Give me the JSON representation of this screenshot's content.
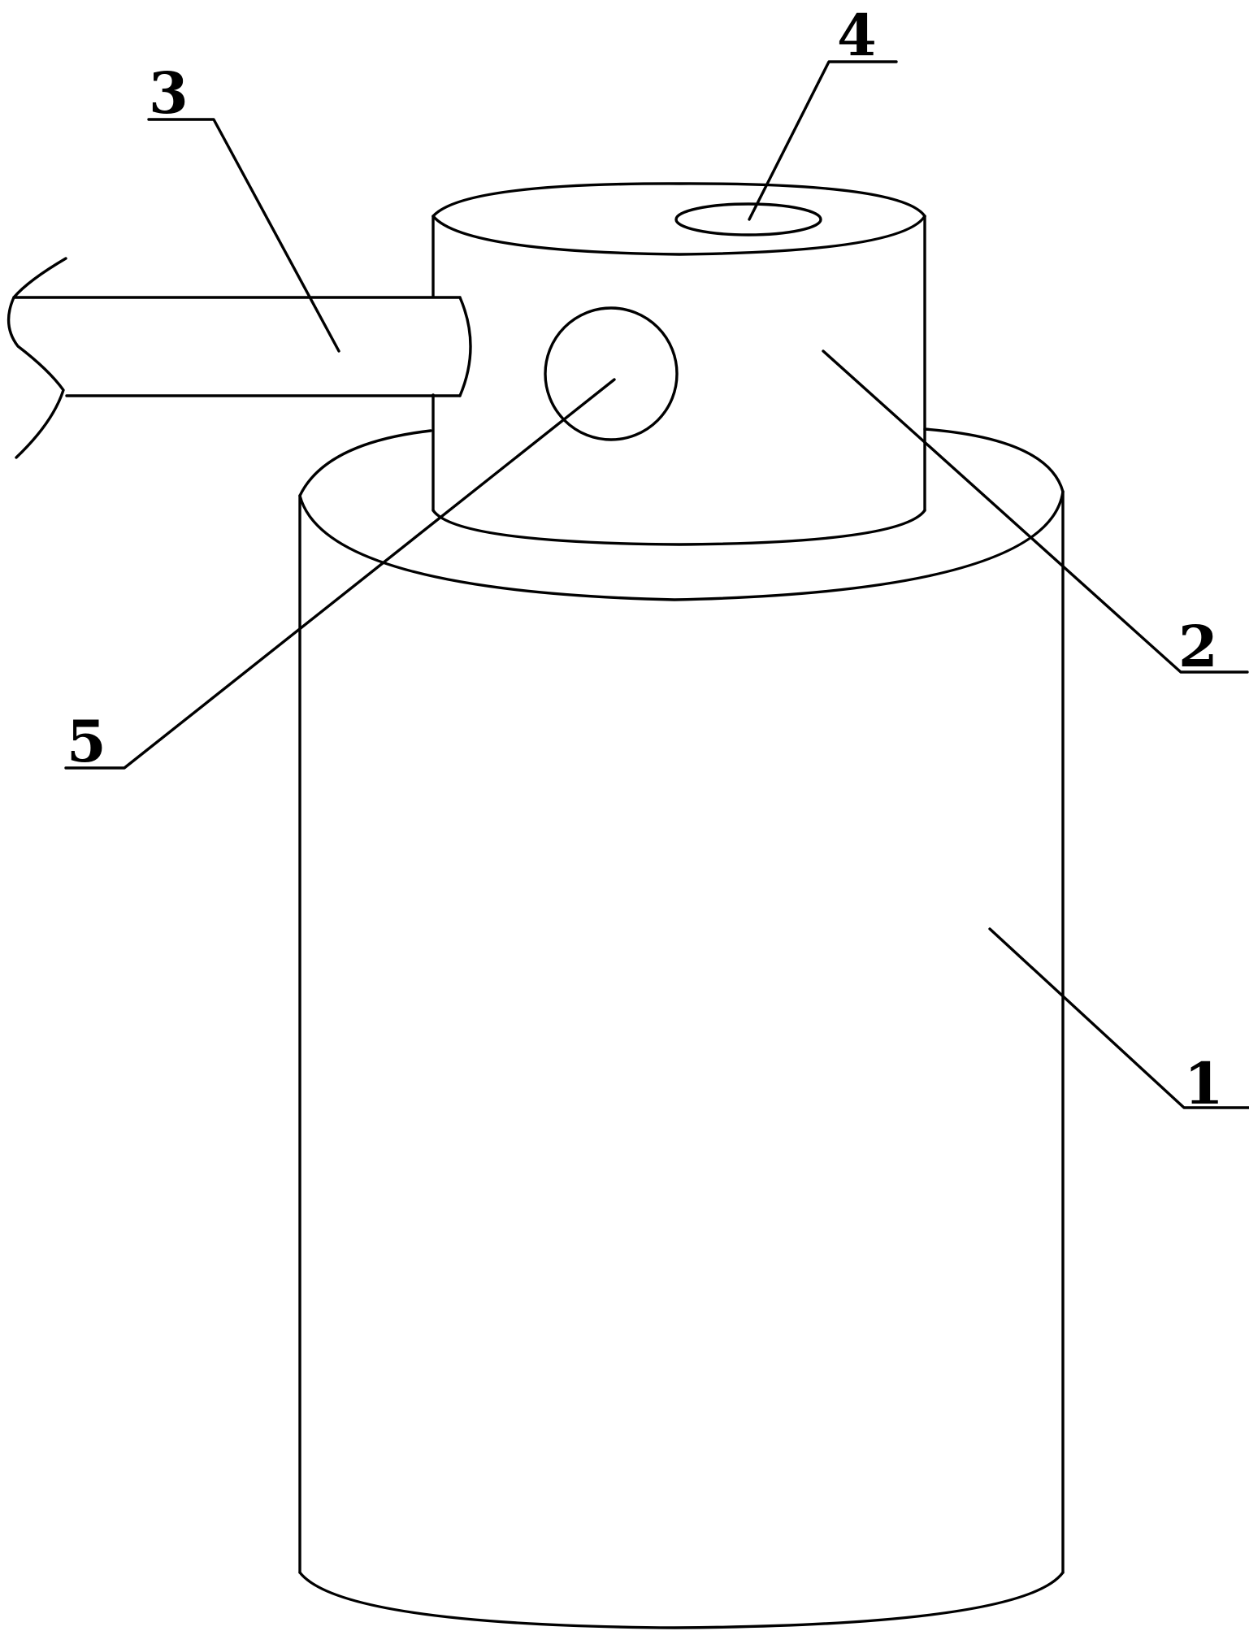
{
  "diagram": {
    "labels": [
      {
        "id": "1",
        "text": "1",
        "part": "cylinder-body"
      },
      {
        "id": "2",
        "text": "2",
        "part": "cap-cylinder"
      },
      {
        "id": "3",
        "text": "3",
        "part": "side-pipe"
      },
      {
        "id": "4",
        "text": "4",
        "part": "top-hole"
      },
      {
        "id": "5",
        "text": "5",
        "part": "side-hole"
      }
    ],
    "colors": {
      "stroke": "#000000",
      "background": "#ffffff"
    }
  }
}
